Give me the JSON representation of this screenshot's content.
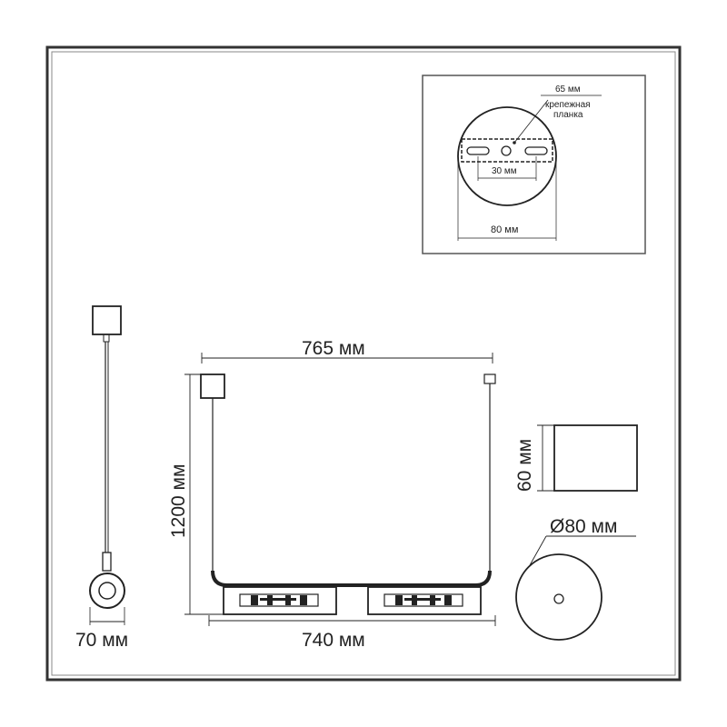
{
  "labels": {
    "overall_width": "765 мм",
    "overall_height": "1200 мм",
    "body_width": "740 мм",
    "side_width": "70 мм",
    "canopy_height": "60 мм",
    "canopy_diameter": "Ø80 мм"
  },
  "canopy_detail": {
    "plate_length": "65 мм",
    "plate_caption_line1": "крепежная",
    "plate_caption_line2": "планка",
    "hole_spacing": "30 мм",
    "canopy_width": "80 мм"
  }
}
